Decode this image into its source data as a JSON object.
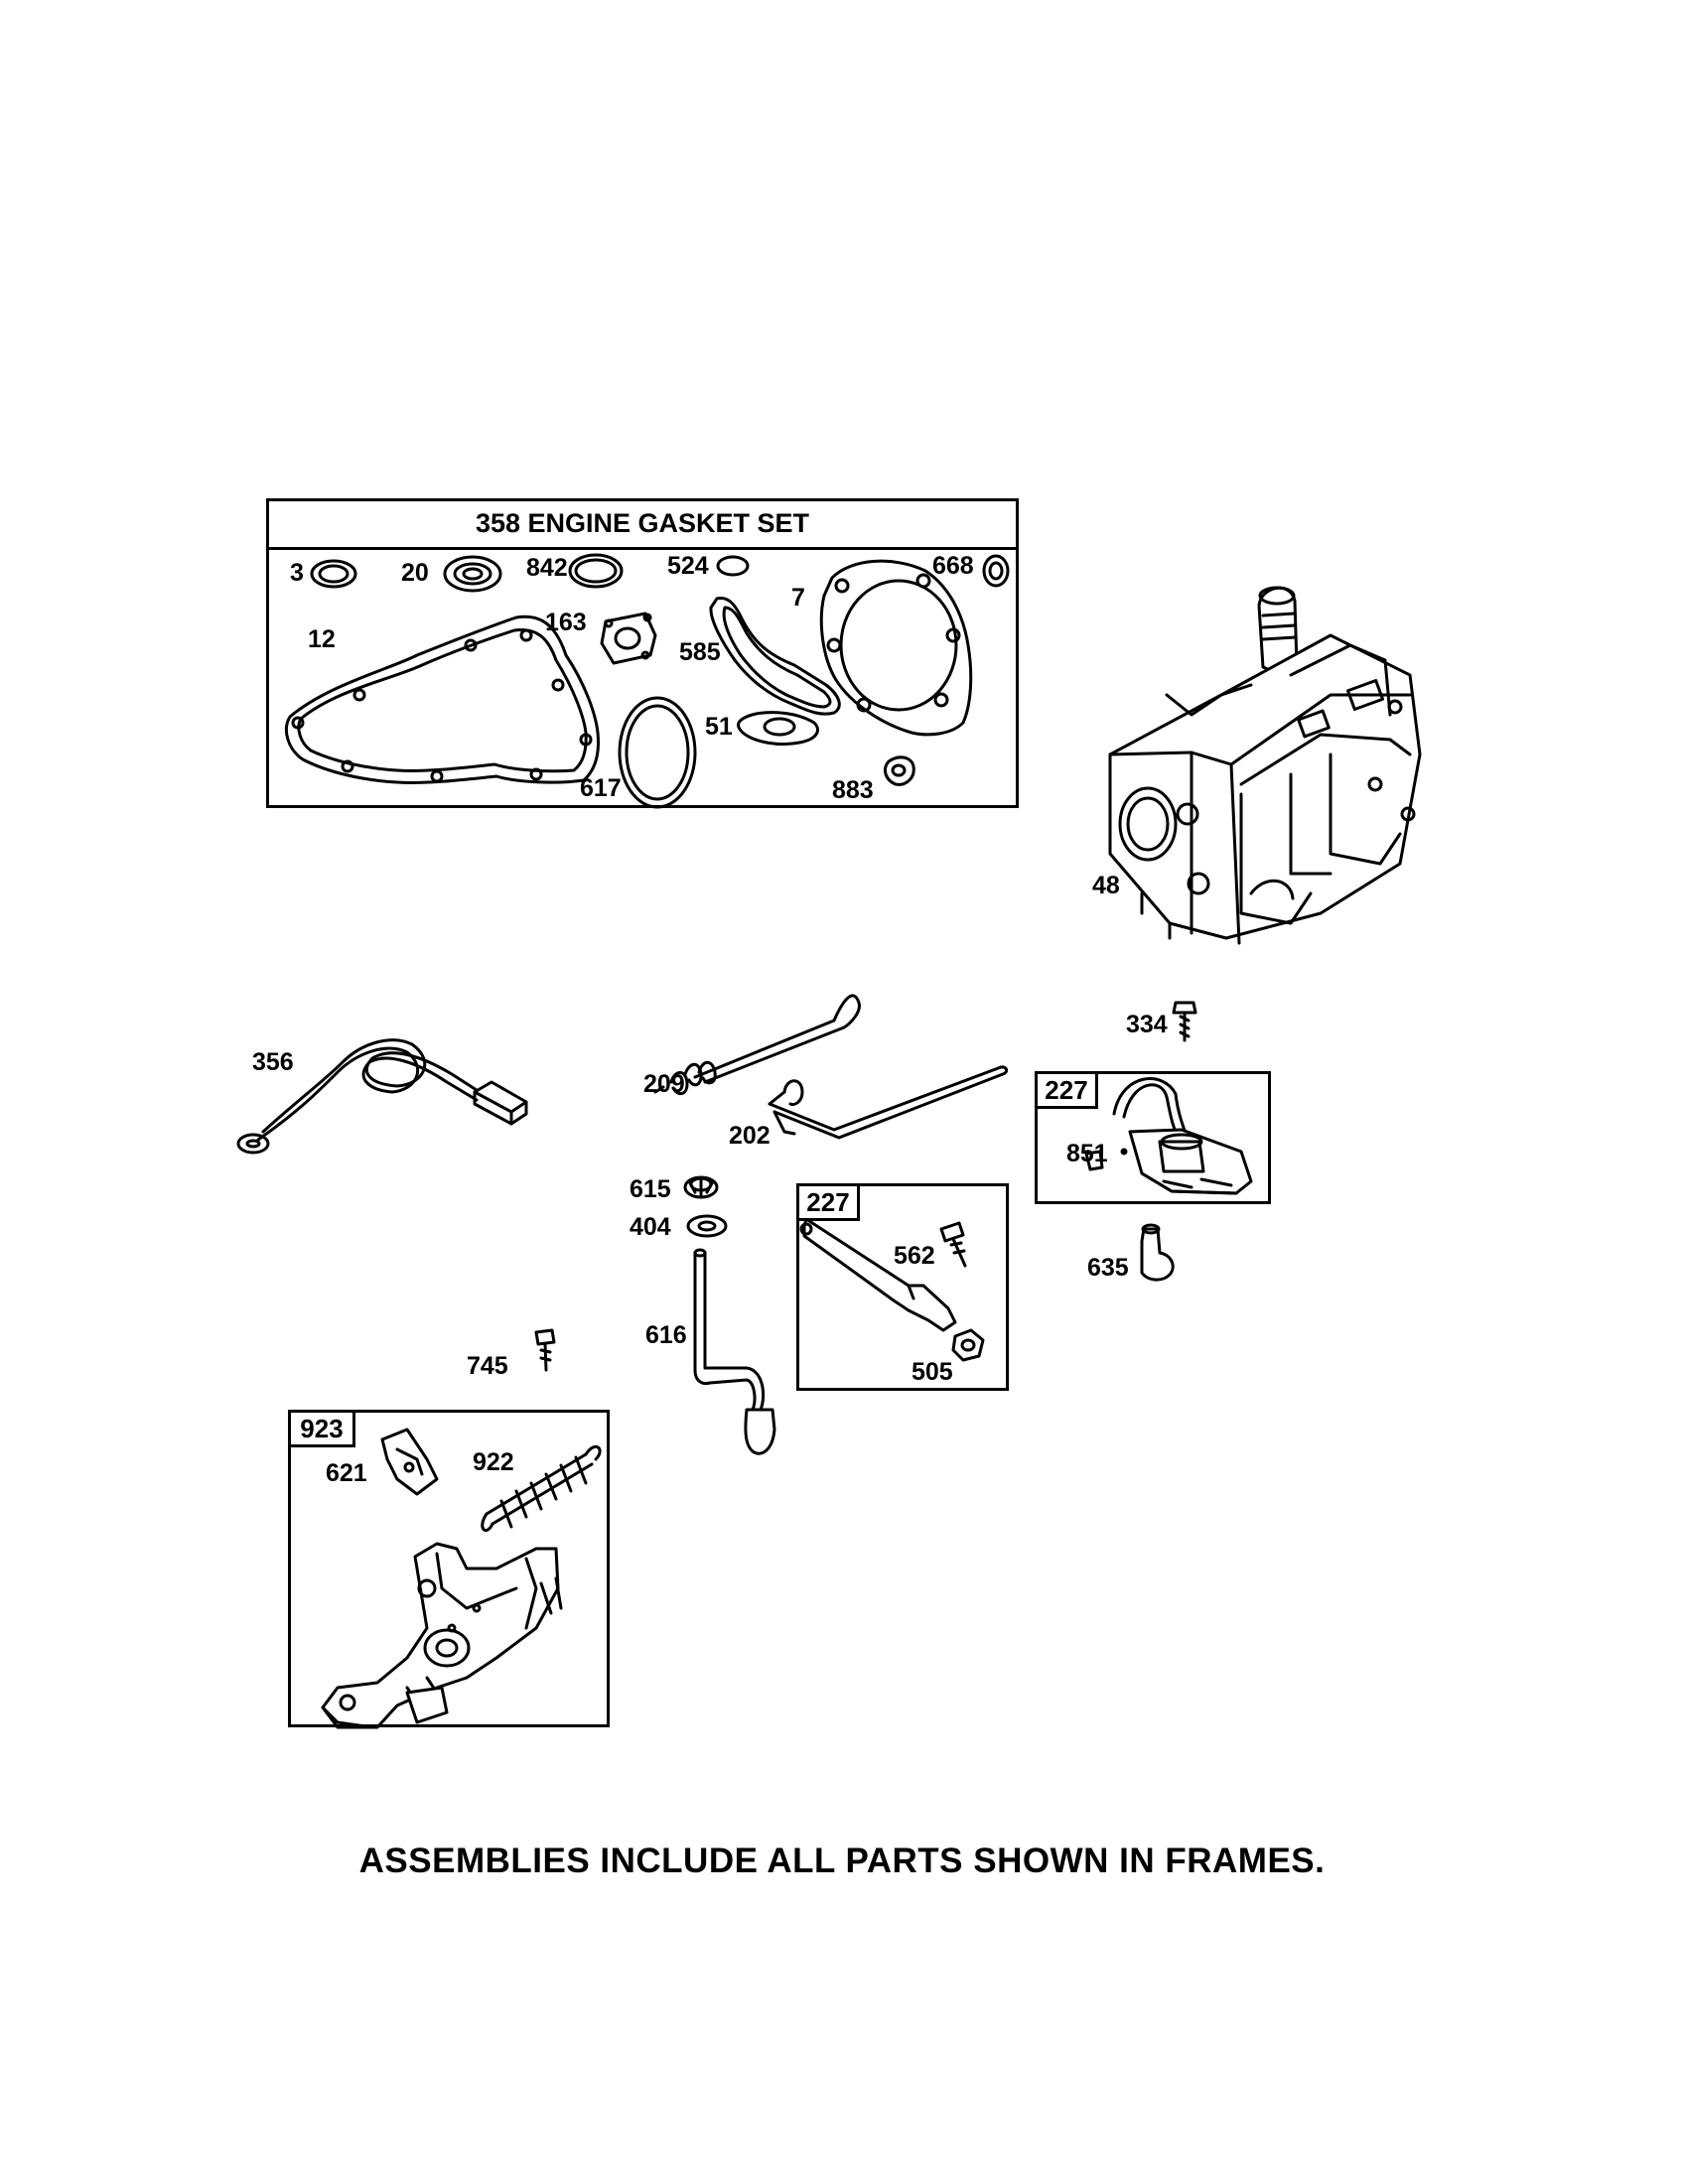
{
  "gasket_set": {
    "title": "358 ENGINE GASKET SET",
    "callouts": [
      "3",
      "20",
      "842",
      "524",
      "7",
      "668",
      "12",
      "163",
      "585",
      "51",
      "617",
      "883"
    ]
  },
  "callouts": {
    "cylinder": "48",
    "harness": "356",
    "spring": "209",
    "link": "202",
    "bolt_334": "334",
    "ignition_frame_tag": "227",
    "ignition_frame_part": "851",
    "spark_boot": "635",
    "nut_615": "615",
    "washer_404": "404",
    "shaft_616": "616",
    "lever_frame_tag": "227",
    "screw_562": "562",
    "nut_505": "505",
    "screw_745": "745",
    "control_frame_tag": "923",
    "bracket_621": "621",
    "spring_922": "922"
  },
  "footer": "ASSEMBLIES INCLUDE ALL PARTS SHOWN IN FRAMES."
}
